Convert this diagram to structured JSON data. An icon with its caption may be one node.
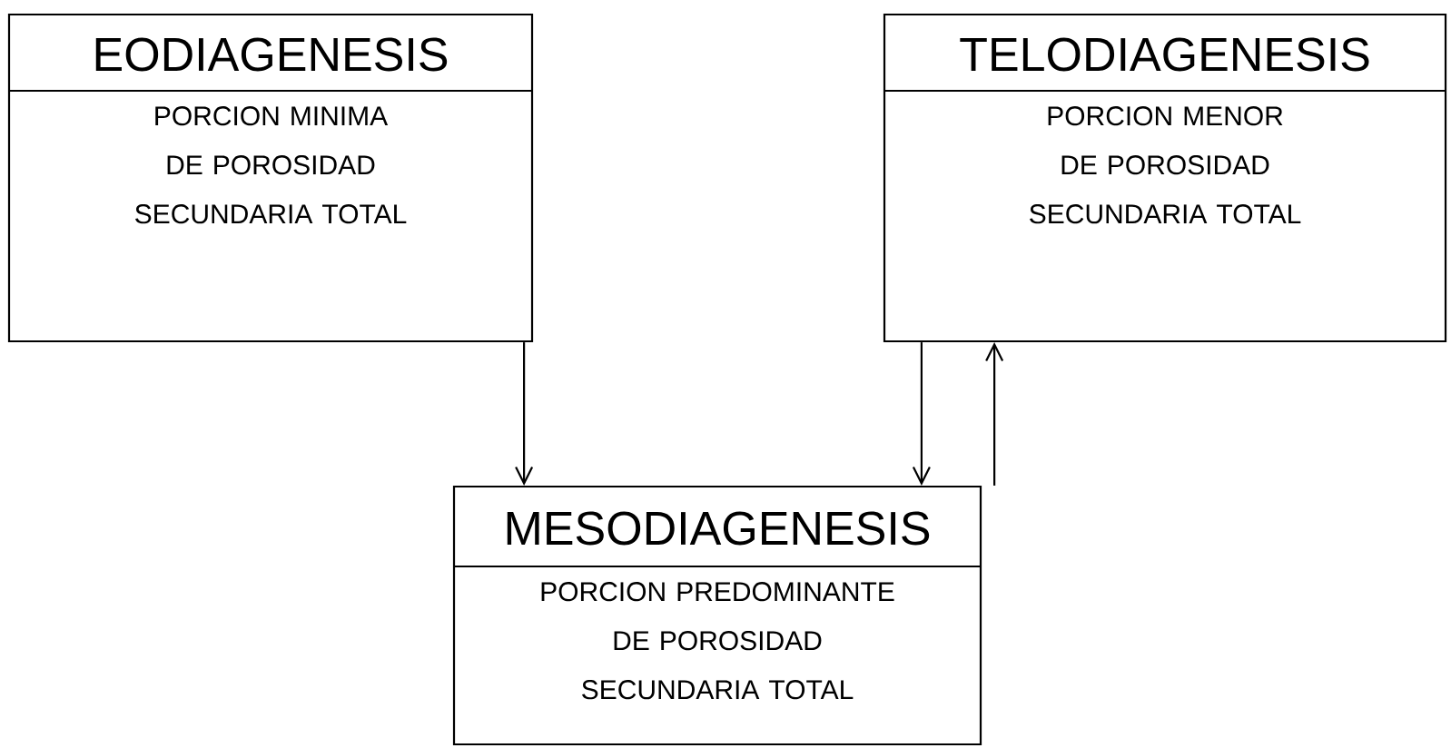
{
  "diagram": {
    "nodes": [
      {
        "text": [
          "EODIAGENESIS",
          "PORCION MINIMA DE POROSIDAD SECUNDARIA TOTAL"
        ]
      },
      {
        "text": [
          "TELODIAGENESIS",
          "PORCION MENOR DE POROSIDAD SECUNDARIA TOTAL"
        ]
      },
      {
        "text": [
          "MESODIAGENESIS",
          "PORCION PREDOMINANTE DE POROSIDAD SECUNDARIA TOTAL"
        ]
      }
    ],
    "edges": [
      {
        "from": 0,
        "to": 2,
        "arrow": "to"
      },
      {
        "from": 1,
        "to": 2,
        "arrow": "to"
      },
      {
        "from": 2,
        "to": 1,
        "arrow": "to"
      }
    ]
  }
}
